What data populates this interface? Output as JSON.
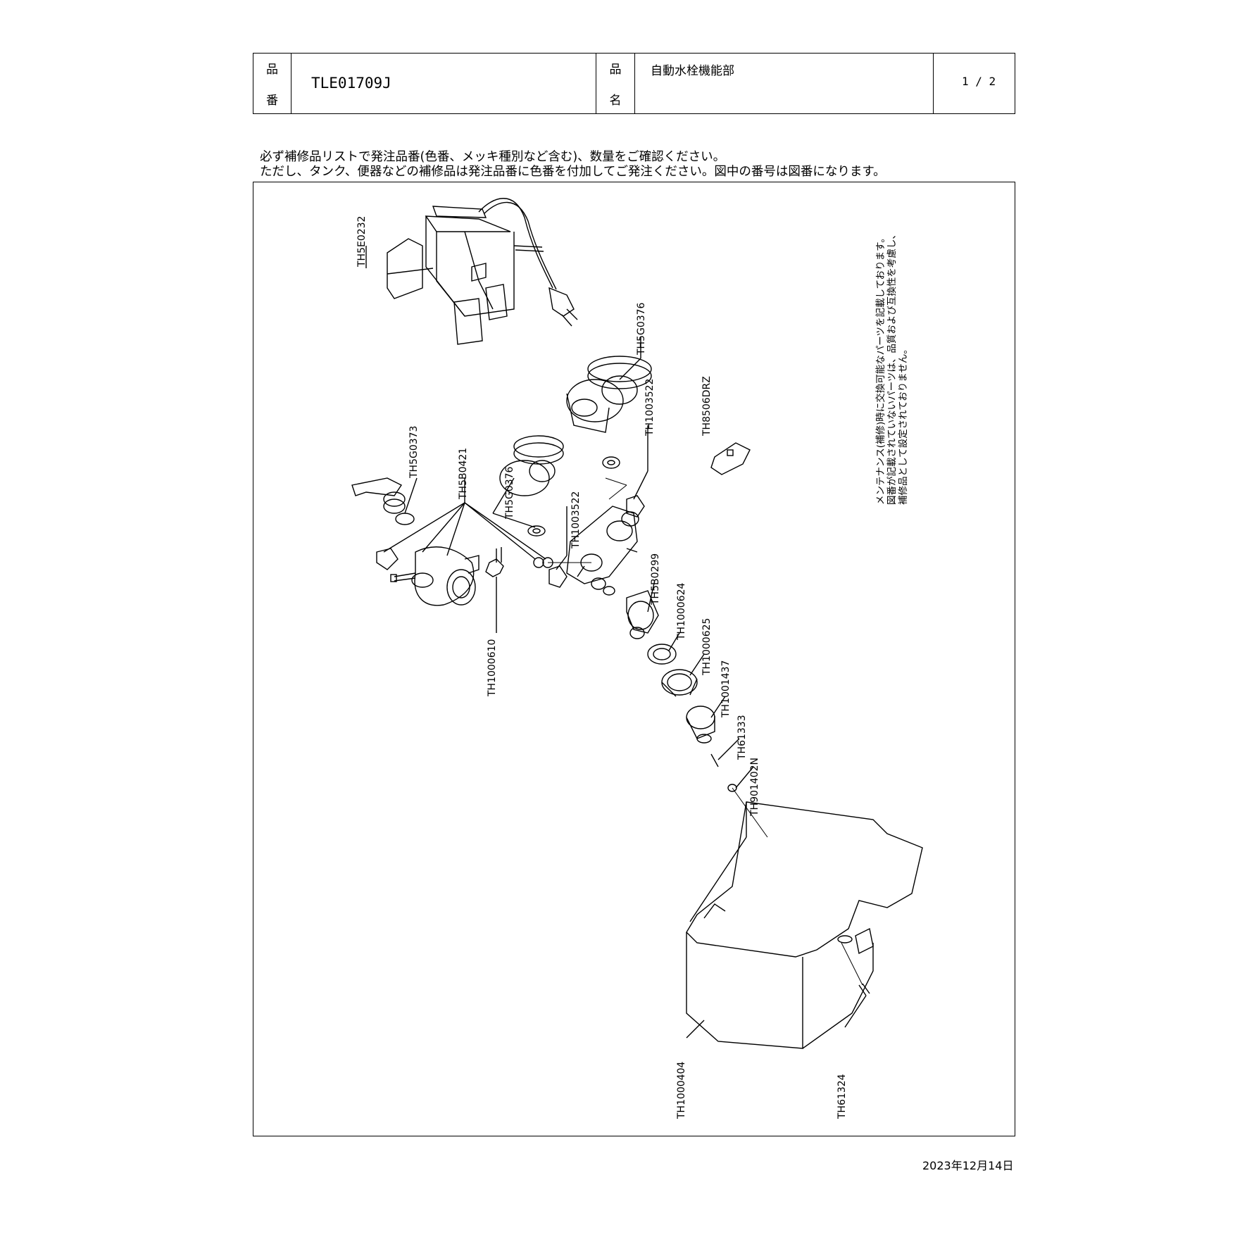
{
  "header": {
    "hinban_label": [
      "品",
      "番"
    ],
    "hinban_value": "TLE01709J",
    "hinmei_label": [
      "品",
      "名"
    ],
    "hinmei_value": "自動水栓機能部",
    "page": "1 / 2"
  },
  "notice": {
    "line1": "必ず補修品リストで発注品番(色番、メッキ種別など含む)、数量をご確認ください。",
    "line2": "ただし、タンク、便器などの補修品は発注品番に色番を付加してご発注ください。図中の番号は図番になります。"
  },
  "side_note": [
    "メンテナンス(補修)時に交換可能なパーツを記載しております。",
    "図番が記載されていないパーツは、品質および互換性を考慮し、",
    "補修品として設定されておりません。"
  ],
  "parts": {
    "p1": "TH5E0232",
    "p2": "TH5G0376",
    "p3": "TH1003522",
    "p4": "TH8506DRZ",
    "p5": "TH5G0373",
    "p6": "TH5B0421",
    "p7": "TH5G0376",
    "p8": "TH1003522",
    "p9": "TH1000610",
    "p10": "TH5B0299",
    "p11": "TH1000624",
    "p12": "TH1000625",
    "p13": "TH1001437",
    "p14": "TH61333",
    "p15": "TH901402N",
    "p16": "TH1000404",
    "p17": "TH61324"
  },
  "date": "2023年12月14日"
}
